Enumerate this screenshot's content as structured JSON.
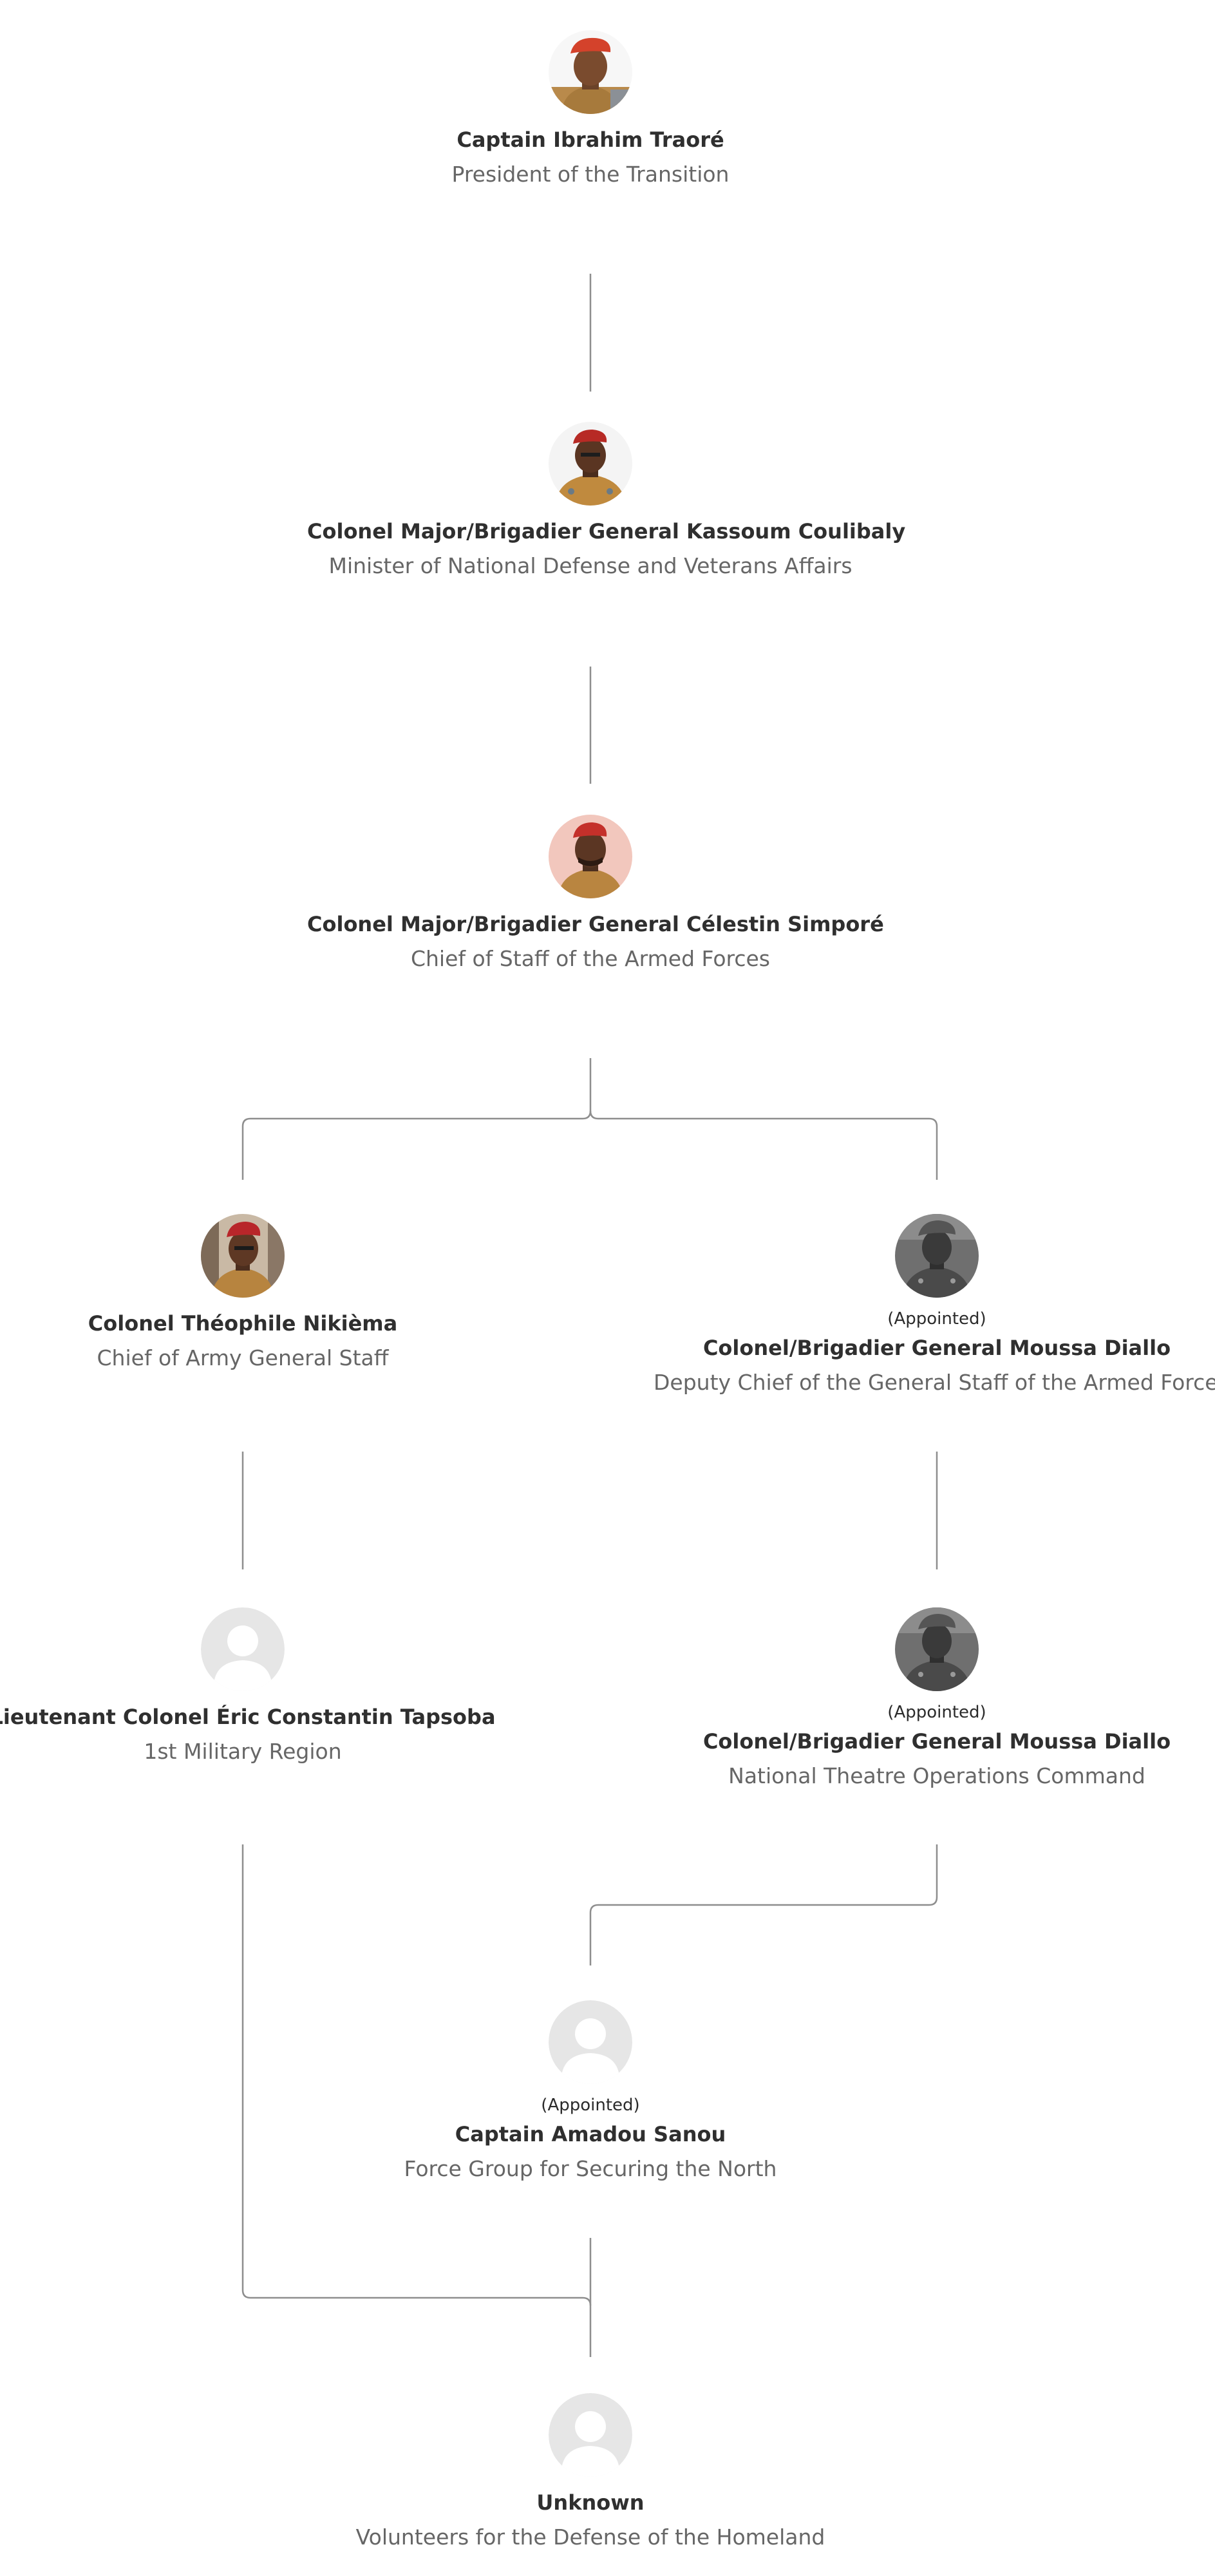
{
  "nodes": [
    {
      "id": "traore",
      "name": "Captain Ibrahim Traoré",
      "role": "President of the Transition",
      "tag": "",
      "avatar": "photo-red-beret-icon"
    },
    {
      "id": "coulibaly",
      "name": "Colonel Major/Brigadier General Kassoum Coulibaly",
      "role": "Minister of National Defense and Veterans Affairs",
      "tag": "",
      "avatar": "photo-red-beret-icon"
    },
    {
      "id": "simpore",
      "name": "Colonel Major/Brigadier General Célestin Simporé",
      "role": "Chief of Staff of the Armed Forces",
      "tag": "",
      "avatar": "photo-red-beret-icon"
    },
    {
      "id": "nikiema",
      "name": "Colonel Théophile Nikièma",
      "role": "Chief of Army General Staff",
      "tag": "",
      "avatar": "photo-red-beret-icon"
    },
    {
      "id": "diallo-deputy",
      "name": "Colonel/Brigadier General Moussa Diallo",
      "role": "Deputy Chief of the General Staff of the Armed Forces",
      "tag": "(Appointed)",
      "avatar": "photo-grayscale-icon"
    },
    {
      "id": "tapsoba",
      "name": "Lieutenant Colonel Éric Constantin Tapsoba",
      "role": "1st Military Region",
      "tag": "",
      "avatar": "placeholder-person-icon"
    },
    {
      "id": "diallo-command",
      "name": "Colonel/Brigadier General Moussa Diallo",
      "role": "National Theatre Operations Command",
      "tag": "(Appointed)",
      "avatar": "photo-grayscale-icon"
    },
    {
      "id": "sanou",
      "name": "Captain Amadou Sanou",
      "role": "Force Group for Securing the North",
      "tag": "(Appointed)",
      "avatar": "placeholder-person-icon"
    },
    {
      "id": "unknown",
      "name": "Unknown",
      "role": "Volunteers for the Defense of the Homeland",
      "tag": "",
      "avatar": "placeholder-person-icon"
    }
  ],
  "edges": [
    {
      "from": "traore",
      "to": "coulibaly"
    },
    {
      "from": "coulibaly",
      "to": "simpore"
    },
    {
      "from": "simpore",
      "to": "nikiema"
    },
    {
      "from": "simpore",
      "to": "diallo-deputy"
    },
    {
      "from": "nikiema",
      "to": "tapsoba"
    },
    {
      "from": "diallo-deputy",
      "to": "diallo-command"
    },
    {
      "from": "diallo-command",
      "to": "sanou"
    },
    {
      "from": "sanou",
      "to": "unknown"
    },
    {
      "from": "tapsoba",
      "to": "unknown"
    }
  ],
  "colors": {
    "connector": "#8e8e8e",
    "name": "#2f2f2f",
    "role": "#666666",
    "placeholder_bg": "#e6e6e6",
    "placeholder_fg": "#ffffff"
  }
}
